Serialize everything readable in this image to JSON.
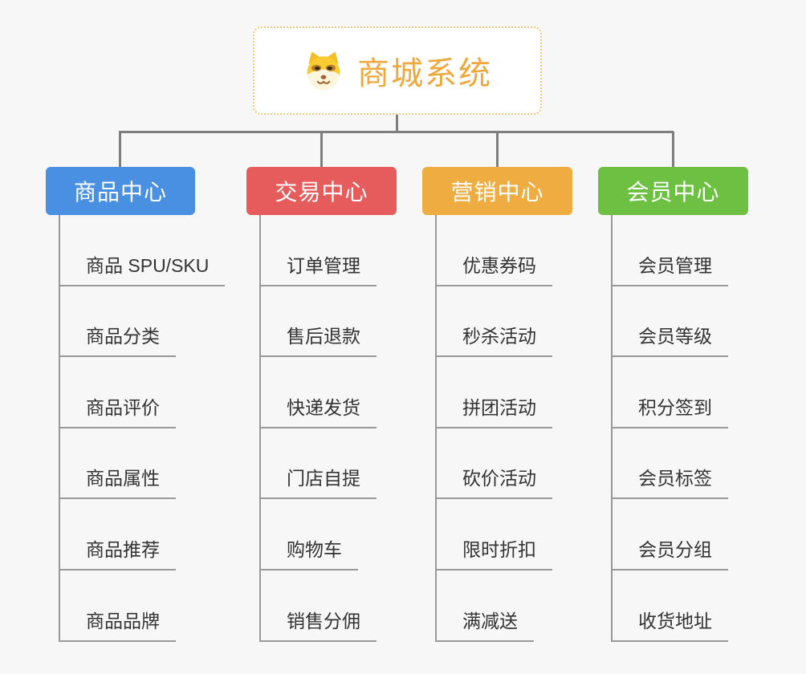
{
  "root": {
    "label": "商城系统",
    "icon": "dog-face-icon",
    "text_color": "#EFA83E",
    "border_color": "#F3C77C",
    "background": "#FFFFFF"
  },
  "connector_color": "#7E7E7E",
  "leaf_line_color": "#999999",
  "leaf_text_color": "#333333",
  "page_background": "#F7F7F7",
  "branches": [
    {
      "label": "商品中心",
      "color": "#4A90E2",
      "children": [
        "商品 SPU/SKU",
        "商品分类",
        "商品评价",
        "商品属性",
        "商品推荐",
        "商品品牌"
      ]
    },
    {
      "label": "交易中心",
      "color": "#E65B5B",
      "children": [
        "订单管理",
        "售后退款",
        "快递发货",
        "门店自提",
        "购物车",
        "销售分佣"
      ]
    },
    {
      "label": "营销中心",
      "color": "#EFAD41",
      "children": [
        "优惠券码",
        "秒杀活动",
        "拼团活动",
        "砍价活动",
        "限时折扣",
        "满减送"
      ]
    },
    {
      "label": "会员中心",
      "color": "#6EC043",
      "children": [
        "会员管理",
        "会员等级",
        "积分签到",
        "会员标签",
        "会员分组",
        "收货地址"
      ]
    }
  ]
}
